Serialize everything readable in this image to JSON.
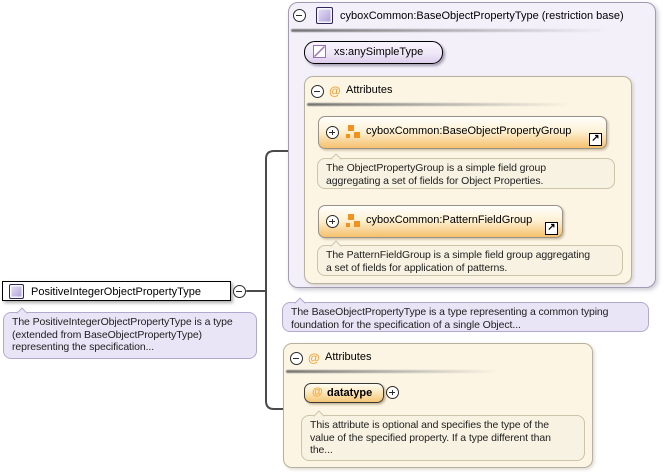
{
  "icons": {
    "at_symbol": "@",
    "external_link": "↗"
  },
  "main_type": {
    "title": "PositiveIntegerObjectPropertyType",
    "description": "The PositiveIntegerObjectPropertyType is a type\n(extended from BaseObjectPropertyType)\nrepresenting the specification..."
  },
  "base_type": {
    "title": "cyboxCommon:BaseObjectPropertyType (restriction base)",
    "base_ref": "xs:anySimpleType",
    "attributes_label": "Attributes",
    "groups": [
      {
        "label": "cyboxCommon:BaseObjectPropertyGroup",
        "description": "The ObjectPropertyGroup is a simple field group\naggregating a set of fields for Object Properties."
      },
      {
        "label": "cyboxCommon:PatternFieldGroup",
        "description": "The PatternFieldGroup is a simple field group aggregating\na set of fields for application of patterns."
      }
    ],
    "description": "The BaseObjectPropertyType is a type representing a common typing\nfoundation for the specification of a single Object..."
  },
  "local_attributes": {
    "attributes_label": "Attributes",
    "attribute_name": "datatype",
    "attribute_description": "This attribute is optional and specifies the type of the\nvalue of the specified property. If a type different than\nthe..."
  },
  "colors": {
    "accent_orange": "#ef9220",
    "lavender_fill": "#f3f0fa",
    "cream_fill": "#fcf5e4",
    "bubble_lavender": "#e9e4f6",
    "bubble_cream": "#f7f2e1",
    "connector": "#4a4a4a"
  }
}
